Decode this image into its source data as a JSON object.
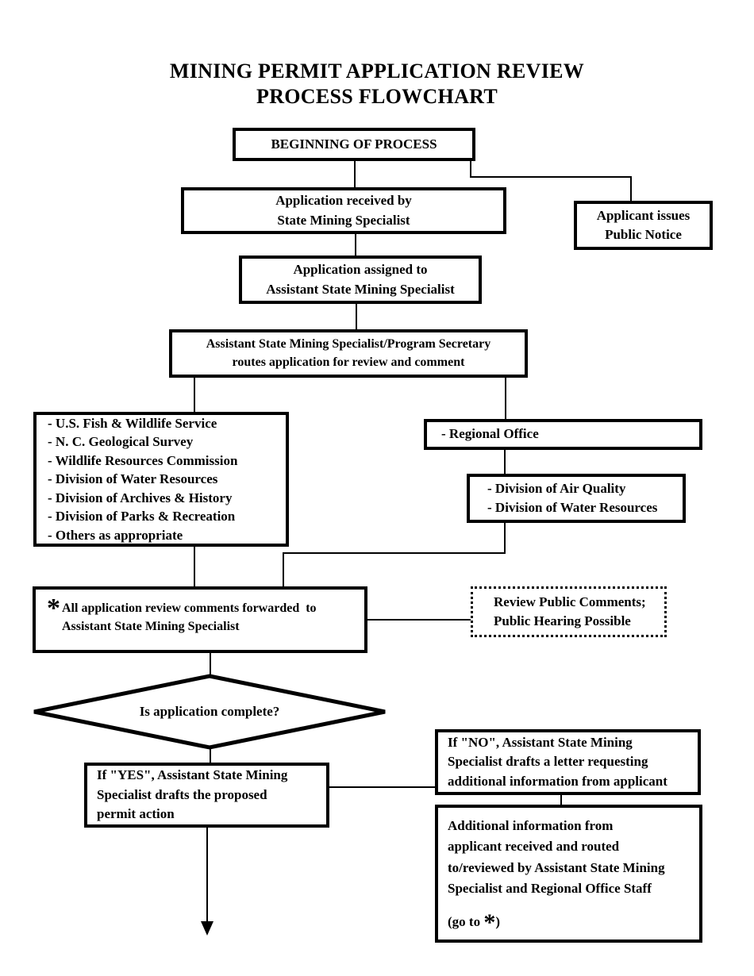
{
  "title": {
    "lines": [
      "MINING PERMIT APPLICATION REVIEW",
      "PROCESS FLOWCHART"
    ]
  },
  "nodes": {
    "beginning": {
      "text": "BEGINNING OF PROCESS"
    },
    "received": {
      "lines": [
        "Application received by",
        "State Mining Specialist"
      ]
    },
    "public_notice": {
      "lines": [
        "Applicant issues",
        "Public Notice"
      ]
    },
    "assigned": {
      "lines": [
        "Application assigned to",
        "Assistant State Mining Specialist"
      ]
    },
    "routes": {
      "lines": [
        "Assistant State Mining Specialist/Program Secretary",
        "routes application for review and comment"
      ]
    },
    "agencies": {
      "items": [
        "- U.S. Fish & Wildlife Service",
        "- N. C. Geological Survey",
        "- Wildlife Resources Commission",
        "- Division of Water Resources",
        "- Division of Archives & History",
        "- Division of Parks & Recreation",
        "- Others as appropriate"
      ]
    },
    "regional": {
      "text": "- Regional Office"
    },
    "divisions": {
      "lines": [
        "- Division of Air Quality",
        "- Division of Water Resources"
      ]
    },
    "comments": {
      "asterisk": "*",
      "lines": [
        "All application review comments forwarded  to",
        "Assistant State Mining Specialist"
      ]
    },
    "public_comments": {
      "lines": [
        "Review Public Comments;",
        "Public Hearing Possible"
      ]
    },
    "decision": {
      "text": "Is application complete?"
    },
    "yes_branch": {
      "lines": [
        "If \"YES\", Assistant State Mining",
        "Specialist drafts the proposed",
        "permit action"
      ]
    },
    "no_branch": {
      "lines": [
        "If \"NO\", Assistant State Mining",
        "Specialist drafts a letter requesting",
        "additional information from applicant"
      ]
    },
    "additional": {
      "lines": [
        "Additional information from",
        "applicant received and routed",
        "to/reviewed by Assistant State Mining",
        "Specialist and Regional Office Staff"
      ],
      "goto_prefix": "(go to ",
      "asterisk": "*",
      "goto_suffix": ")"
    }
  },
  "colors": {
    "ink": "#000000",
    "background": "#ffffff"
  }
}
